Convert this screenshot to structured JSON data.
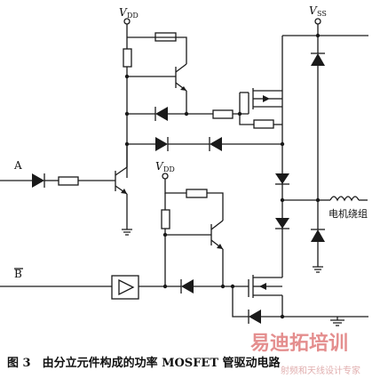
{
  "labels": {
    "vdd_top": "V",
    "vdd_top_sub": "DD",
    "vss": "V",
    "vss_sub": "SS",
    "vdd_mid": "V",
    "vdd_mid_sub": "DD",
    "input_a": "A",
    "input_b": "B",
    "winding": "电机绕组"
  },
  "caption": "图 3　由分立元件构成的功率 MOSFET 管驱动电路",
  "watermark": {
    "brand": "易迪拓培训",
    "sub": "射频和天线设计专家"
  }
}
